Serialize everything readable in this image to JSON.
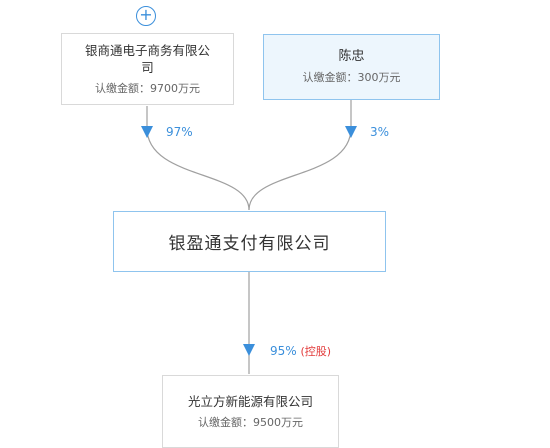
{
  "shareholders": [
    {
      "name_line1": "银商通电子商务有限公",
      "name_line2": "司",
      "capital": "认缴金额：9700万元",
      "percent": "97%"
    },
    {
      "name": "陈忠",
      "capital": "认缴金额：300万元",
      "percent": "3%"
    }
  ],
  "company": {
    "name": "银盈通支付有限公司"
  },
  "subsidiary": {
    "name": "光立方新能源有限公司",
    "capital": "认缴金额：9500万元",
    "percent": "95%",
    "control_label": "(控股)"
  },
  "colors": {
    "accent": "#3b8fdb",
    "control": "#e23b3b",
    "line": "#9a9a9a"
  },
  "icons": {
    "expand": "plus-circle-icon"
  }
}
